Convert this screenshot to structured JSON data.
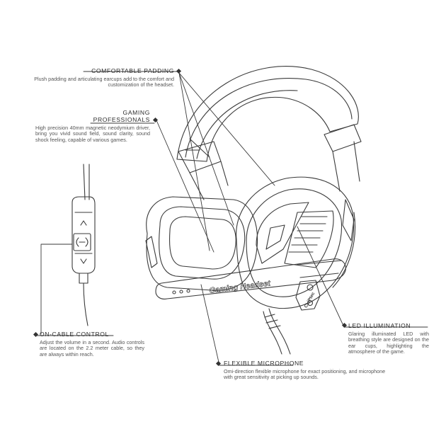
{
  "features": [
    {
      "id": "comfortable-padding",
      "title": "COMFORTABLE PADDING",
      "desc": "Plush padding and articulating earcups add to the comfort and customization of the headset."
    },
    {
      "id": "gaming-professionals",
      "title_line1": "GAMING",
      "title_line2": "PROFESSIONALS",
      "desc": "High precision 40mm magnetic neodymium driver, bring you vivid sound field, sound clarity, sound shock feeling, capable of various games."
    },
    {
      "id": "on-cable-control",
      "title": "ON-CABLE CONTROL",
      "desc": "Adjust the volume in a second. Audio controls are located on the 2.2 meter cable, so they are always within reach."
    },
    {
      "id": "flexible-microphone",
      "title": "FLEXIBLE MICROPHONE",
      "desc": "Omi-direction flexible microphone for exact positioning, and microphone with great sensitivity at picking up sounds."
    },
    {
      "id": "led-illumination",
      "title": "LED ILLUMINATION",
      "desc": "Glaring illuminated LED with breathing style are designed on the ear cups, highlighting the atmosphere of the game."
    }
  ],
  "product": {
    "mic_label": "Gaming Headset",
    "badge": "CLiPtec"
  },
  "colors": {
    "line": "#3a3a3a",
    "background": "#ffffff"
  }
}
